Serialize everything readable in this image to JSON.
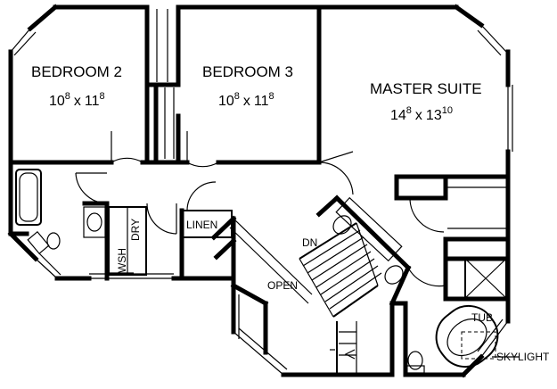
{
  "rooms": {
    "bedroom2": {
      "name": "BEDROOM 2",
      "dim_w": "10",
      "dim_w_sup": "8",
      "dim_sep": "x",
      "dim_h": "11",
      "dim_h_sup": "8"
    },
    "bedroom3": {
      "name": "BEDROOM 3",
      "dim_w": "10",
      "dim_w_sup": "8",
      "dim_sep": "x",
      "dim_h": "11",
      "dim_h_sup": "8"
    },
    "master": {
      "name": "MASTER SUITE",
      "dim_w": "14",
      "dim_w_sup": "8",
      "dim_sep": "x",
      "dim_h": "13",
      "dim_h_sup": "10"
    }
  },
  "labels": {
    "linen": "LINEN",
    "dn": "DN",
    "open": "OPEN",
    "tub": "TUB",
    "skylight": "SKYLIGHT",
    "wsh": "WSH",
    "dry": "DRY"
  }
}
